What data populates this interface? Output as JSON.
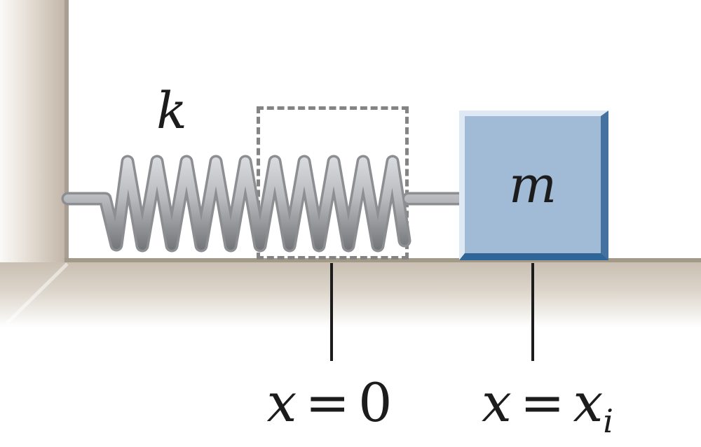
{
  "figure": {
    "type": "spring-mass-physics-diagram",
    "description_parts": {
      "spring_constant": "k",
      "mass": "m"
    },
    "origin_label": {
      "variable": "x",
      "equals": "=",
      "value": "0"
    },
    "initial_position_label": {
      "variable": "x",
      "equals": "=",
      "value_base": "x",
      "value_subscript": "i"
    },
    "colors": {
      "ink": "#1c1c1c",
      "wall_tan": "#c7bcaf",
      "wall_border": "#a89e91",
      "floor_tan": "#c9bfb2",
      "floor_border": "#a39988",
      "spring_outline": "#8d8e92",
      "spring_light": "#dcdde0",
      "spring_dark": "#737478",
      "dashed_box": "#848484",
      "block_face": "#a1bad6",
      "block_highlight": "#dfe9f4",
      "block_edge_right": "#44719f",
      "block_edge_bottom": "#2f6597"
    }
  }
}
